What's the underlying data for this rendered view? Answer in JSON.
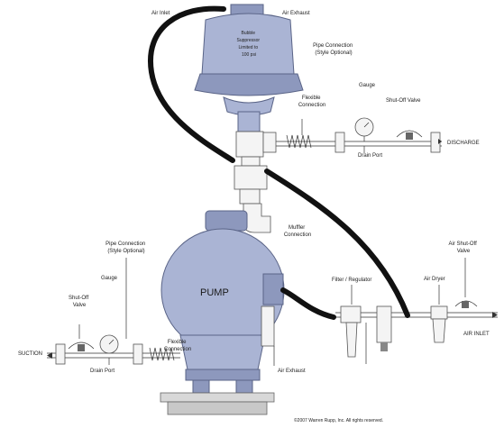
{
  "labels": {
    "air_inlet_top": "Air Inlet",
    "air_exhaust_top": "Air Exhaust",
    "vessel_text": "Bubble\nSuppressor\nLimited to\n100 psi",
    "pipe_connection_top": "Pipe Connection\n(Style Optional)",
    "flexible_connection_top": "Flexible\nConnection",
    "gauge_top": "Gauge",
    "shutoff_valve_top": "Shut-Off Valve",
    "discharge": "DISCHARGE",
    "drain_port_top": "Drain Port",
    "muffler_connection": "Muffler\nConnection",
    "pump": "PUMP",
    "pipe_connection_left": "Pipe Connection\n(Style Optional)",
    "gauge_left": "Gauge",
    "shutoff_valve_left": "Shut-Off\nValve",
    "suction": "SUCTION",
    "flexible_connection_left": "Flexible\nConnection",
    "drain_port_bottom": "Drain Port",
    "filter_regulator": "Filter / Regulator",
    "air_shutoff_valve": "Air Shut-Off\nValve",
    "air_dryer": "Air Dryer",
    "air_inlet": "AIR INLET",
    "air_exhaust_bottom": "Air Exhaust",
    "copyright": "©2007 Warren Rupp, Inc. All rights reserved."
  },
  "colors": {
    "vessel": "#aab4d4",
    "hose": "#111111"
  }
}
